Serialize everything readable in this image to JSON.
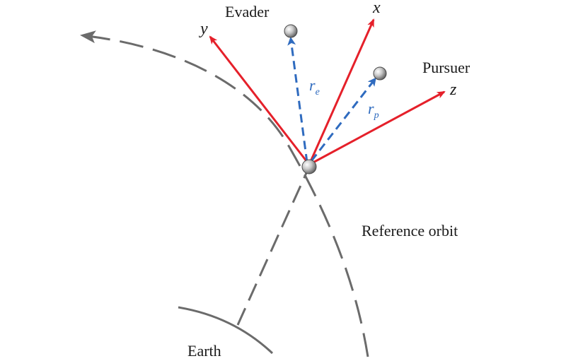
{
  "labels": {
    "evader": "Evader",
    "pursuer": "Pursuer",
    "reference_orbit": "Reference orbit",
    "earth": "Earth"
  },
  "axes": {
    "x": "x",
    "y": "y",
    "z": "z"
  },
  "vectors": {
    "r_e": {
      "base": "r",
      "sub": "e"
    },
    "r_p": {
      "base": "r",
      "sub": "p"
    }
  },
  "colors": {
    "axis": "#e5202a",
    "vector": "#2f6bbf",
    "orbit": "#6b6b6b",
    "text": "#1a1a1a"
  }
}
